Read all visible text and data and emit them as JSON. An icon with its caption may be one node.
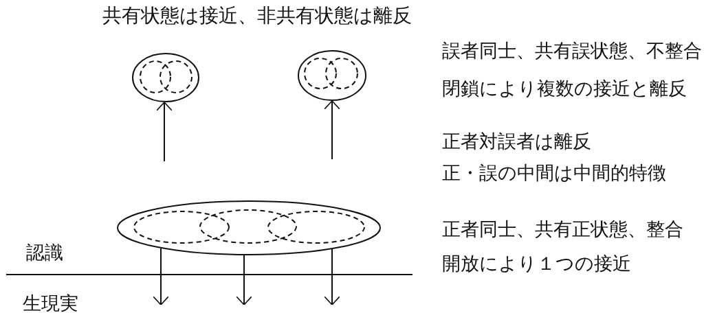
{
  "diagram": {
    "title": "共有状態は接近、非共有状態は離反",
    "nodes": [
      {
        "text": [],
        "shape": "circle"
      },
      {
        "text": [],
        "shape": "circle",
        "in": 0
      },
      {
        "text": [],
        "shape": "circle",
        "in": 0
      },
      {
        "text": [],
        "shape": "circle"
      },
      {
        "text": [],
        "shape": "circle",
        "in": 3
      },
      {
        "text": [],
        "shape": "circle",
        "in": 3
      },
      {
        "text": [],
        "shape": "circle"
      },
      {
        "text": [],
        "shape": "circle",
        "in": 6
      },
      {
        "text": [],
        "shape": "circle",
        "in": 6
      },
      {
        "text": [],
        "shape": "circle",
        "in": 6
      }
    ],
    "edges": [
      {
        "from": null,
        "to": 0,
        "arrow": "to"
      },
      {
        "from": null,
        "to": 3,
        "arrow": "to"
      },
      {
        "from": 6,
        "to": null,
        "arrow": "to"
      },
      {
        "from": 6,
        "to": null,
        "arrow": "to"
      },
      {
        "from": 6,
        "to": null,
        "arrow": "to"
      }
    ],
    "labels": [
      "誤者同士、共有誤状態、不整合",
      "閉鎖により複数の接近と離反",
      "正者対誤者は離反",
      "正・誤の中間は中間的特徴",
      "正者同士、共有正状態、整合",
      "開放により１つの接近",
      "認識",
      "生現実"
    ]
  }
}
